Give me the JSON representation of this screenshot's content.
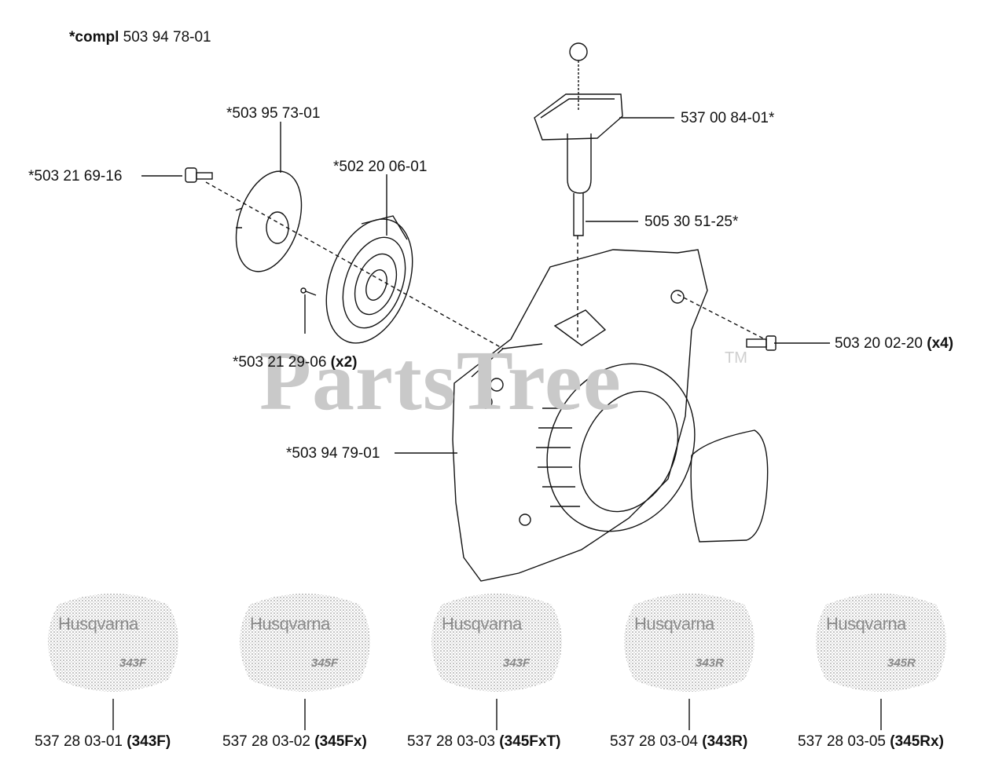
{
  "title": {
    "prefix": "*compl",
    "number": "503 94 78-01"
  },
  "watermark": {
    "text": "PartsTree",
    "tm": "TM"
  },
  "parts": {
    "p1": {
      "number": "*503 95 73-01"
    },
    "p2": {
      "number": "*503 21 69-16"
    },
    "p3": {
      "number": "*502 20 06-01"
    },
    "p4": {
      "number": "537 00 84-01*"
    },
    "p5": {
      "number": "505 30 51-25*"
    },
    "p6": {
      "number": "503 20 02-20",
      "qty": "(x4)"
    },
    "p7": {
      "number": "*503 21 29-06",
      "qty": "(x2)"
    },
    "p8": {
      "number": "*503 94 79-01"
    }
  },
  "decals": [
    {
      "brand": "Husqvarna",
      "model": "343F",
      "number": "537 28 03-01",
      "variant": "(343F)"
    },
    {
      "brand": "Husqvarna",
      "model": "345F",
      "number": "537 28 03-02",
      "variant": "(345Fx)"
    },
    {
      "brand": "Husqvarna",
      "model": "343F",
      "number": "537 28 03-03",
      "variant": "(345FxT)"
    },
    {
      "brand": "Husqvarna",
      "model": "343R",
      "number": "537 28 03-04",
      "variant": "(343R)"
    },
    {
      "brand": "Husqvarna",
      "model": "345R",
      "number": "537 28 03-05",
      "variant": "(345Rx)"
    }
  ],
  "colors": {
    "line": "#111111",
    "watermark": "#c9c9c9",
    "decal_dots": "#9a9a9a"
  }
}
